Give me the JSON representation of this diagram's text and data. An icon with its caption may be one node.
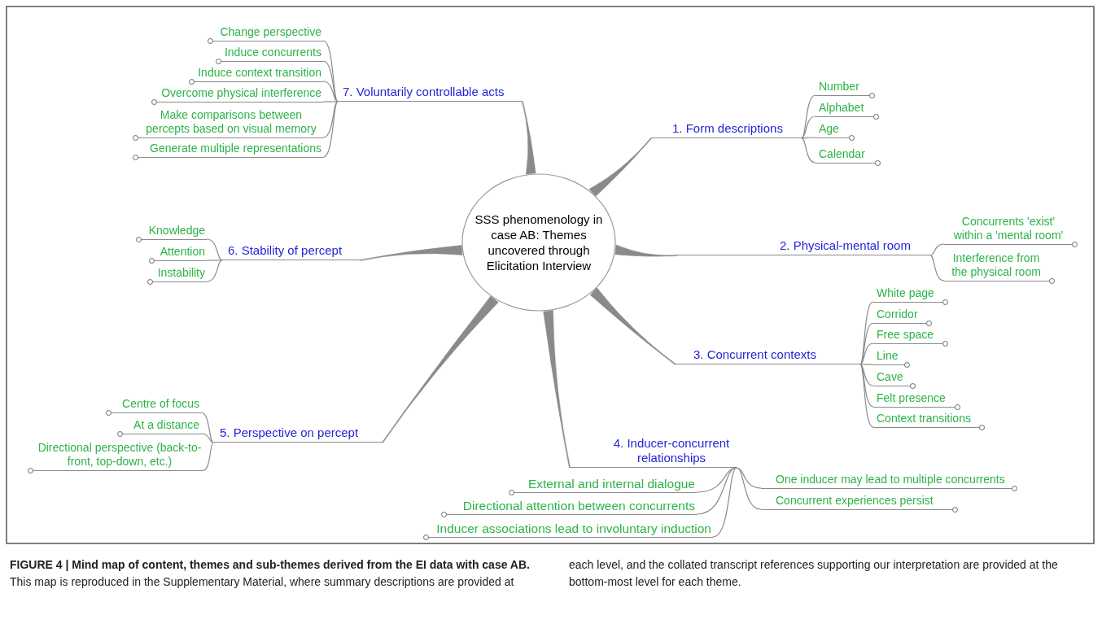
{
  "diagram": {
    "caption": "**FIGURE 4 | Mind map of content, themes and sub-themes derived from the EI data with case AB.** This map is reproduced in the Supplementary Material, where summary descriptions are provided at each level, and the collated transcript references supporting our interpretation are provided at the bottom-most level for each theme.",
    "nodes": [
      {
        "text": [
          "SSS phenomenology in case AB: Themes uncovered through Elicitation Interview"
        ]
      },
      {
        "text": [
          "1. Form descriptions"
        ]
      },
      {
        "text": [
          "Number"
        ]
      },
      {
        "text": [
          "Alphabet"
        ]
      },
      {
        "text": [
          "Age"
        ]
      },
      {
        "text": [
          "Calendar"
        ]
      },
      {
        "text": [
          "2. Physical-mental room"
        ]
      },
      {
        "text": [
          "Concurrents 'exist' within a 'mental room'"
        ]
      },
      {
        "text": [
          "Interference from the physical room"
        ]
      },
      {
        "text": [
          "3. Concurrent contexts"
        ]
      },
      {
        "text": [
          "White page"
        ]
      },
      {
        "text": [
          "Corridor"
        ]
      },
      {
        "text": [
          "Free space"
        ]
      },
      {
        "text": [
          "Line"
        ]
      },
      {
        "text": [
          "Cave"
        ]
      },
      {
        "text": [
          "Felt presence"
        ]
      },
      {
        "text": [
          "Context transitions"
        ]
      },
      {
        "text": [
          "4. Inducer-concurrent relationships"
        ]
      },
      {
        "text": [
          "One inducer may lead to multiple concurrents"
        ]
      },
      {
        "text": [
          "Concurrent experiences persist"
        ]
      },
      {
        "text": [
          "External and internal dialogue"
        ]
      },
      {
        "text": [
          "Directional attention between concurrents"
        ]
      },
      {
        "text": [
          "Inducer associations lead to involuntary induction"
        ]
      },
      {
        "text": [
          "5. Perspective on percept"
        ]
      },
      {
        "text": [
          "Centre of focus"
        ]
      },
      {
        "text": [
          "At a distance"
        ]
      },
      {
        "text": [
          "Directional perspective (back-to-front, top-down, etc.)"
        ]
      },
      {
        "text": [
          "6. Stability of percept"
        ]
      },
      {
        "text": [
          "Knowledge"
        ]
      },
      {
        "text": [
          "Attention"
        ]
      },
      {
        "text": [
          "Instability"
        ]
      },
      {
        "text": [
          "7. Voluntarily controllable acts"
        ]
      },
      {
        "text": [
          "Change perspective"
        ]
      },
      {
        "text": [
          "Induce concurrents"
        ]
      },
      {
        "text": [
          "Induce context transition"
        ]
      },
      {
        "text": [
          "Overcome physical interference"
        ]
      },
      {
        "text": [
          "Make comparisons between percepts based on visual memory"
        ]
      },
      {
        "text": [
          "Generate multiple representations"
        ]
      }
    ],
    "edges": [
      {
        "from": 0,
        "to": 1,
        "arrow": "none",
        "style": "thick"
      },
      {
        "from": 1,
        "to": 2,
        "arrow": "none"
      },
      {
        "from": 1,
        "to": 3,
        "arrow": "none"
      },
      {
        "from": 1,
        "to": 4,
        "arrow": "none"
      },
      {
        "from": 1,
        "to": 5,
        "arrow": "none"
      },
      {
        "from": 0,
        "to": 6,
        "arrow": "none",
        "style": "thick"
      },
      {
        "from": 6,
        "to": 7,
        "arrow": "none"
      },
      {
        "from": 6,
        "to": 8,
        "arrow": "none"
      },
      {
        "from": 0,
        "to": 9,
        "arrow": "none",
        "style": "thick"
      },
      {
        "from": 9,
        "to": 10,
        "arrow": "none"
      },
      {
        "from": 9,
        "to": 11,
        "arrow": "none"
      },
      {
        "from": 9,
        "to": 12,
        "arrow": "none"
      },
      {
        "from": 9,
        "to": 13,
        "arrow": "none"
      },
      {
        "from": 9,
        "to": 14,
        "arrow": "none"
      },
      {
        "from": 9,
        "to": 15,
        "arrow": "none"
      },
      {
        "from": 9,
        "to": 16,
        "arrow": "none"
      },
      {
        "from": 0,
        "to": 17,
        "arrow": "none",
        "style": "thick"
      },
      {
        "from": 17,
        "to": 18,
        "arrow": "none"
      },
      {
        "from": 17,
        "to": 19,
        "arrow": "none"
      },
      {
        "from": 17,
        "to": 20,
        "arrow": "none"
      },
      {
        "from": 17,
        "to": 21,
        "arrow": "none"
      },
      {
        "from": 17,
        "to": 22,
        "arrow": "none"
      },
      {
        "from": 0,
        "to": 23,
        "arrow": "none",
        "style": "thick"
      },
      {
        "from": 23,
        "to": 24,
        "arrow": "none"
      },
      {
        "from": 23,
        "to": 25,
        "arrow": "none"
      },
      {
        "from": 23,
        "to": 26,
        "arrow": "none"
      },
      {
        "from": 0,
        "to": 27,
        "arrow": "none",
        "style": "thick"
      },
      {
        "from": 27,
        "to": 28,
        "arrow": "none"
      },
      {
        "from": 27,
        "to": 29,
        "arrow": "none"
      },
      {
        "from": 27,
        "to": 30,
        "arrow": "none"
      },
      {
        "from": 0,
        "to": 31,
        "arrow": "none",
        "style": "thick"
      },
      {
        "from": 31,
        "to": 32,
        "arrow": "none"
      },
      {
        "from": 31,
        "to": 33,
        "arrow": "none"
      },
      {
        "from": 31,
        "to": 34,
        "arrow": "none"
      },
      {
        "from": 31,
        "to": 35,
        "arrow": "none"
      },
      {
        "from": 31,
        "to": 36,
        "arrow": "none"
      },
      {
        "from": 31,
        "to": 37,
        "arrow": "none"
      }
    ]
  }
}
